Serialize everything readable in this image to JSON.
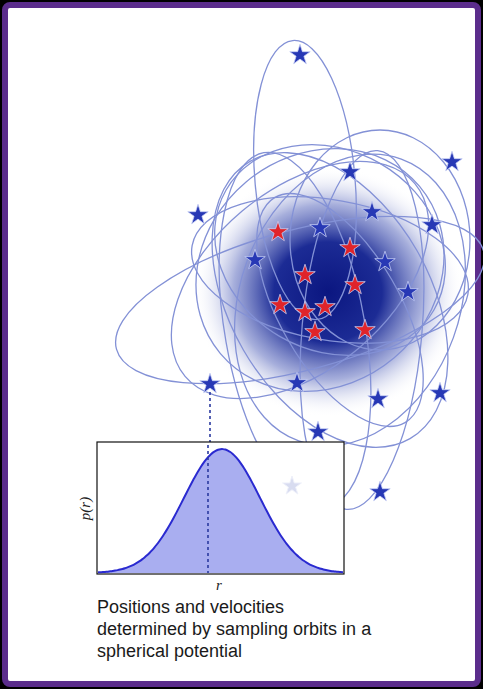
{
  "diagram": {
    "caption": "Positions and velocities determined by sampling orbits in a spherical potential",
    "labels": [
      "p(r)",
      "r"
    ]
  }
}
